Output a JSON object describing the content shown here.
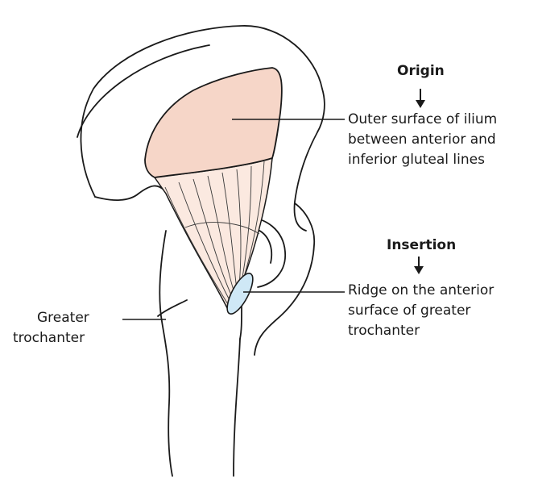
{
  "origin": {
    "heading": "Origin",
    "lines": [
      "Outer surface of ilium",
      "between anterior and",
      "inferior gluteal lines"
    ]
  },
  "insertion": {
    "heading": "Insertion",
    "lines": [
      "Ridge on the anterior",
      "surface of greater",
      "trochanter"
    ]
  },
  "trochanter": {
    "lines": [
      "Greater",
      "trochanter"
    ]
  },
  "colors": {
    "outline": "#1a1a1a",
    "origin_fill": "#f6d6c8",
    "muscle_fill": "#fbe9e0",
    "insertion_fill": "#cfe8f6"
  }
}
